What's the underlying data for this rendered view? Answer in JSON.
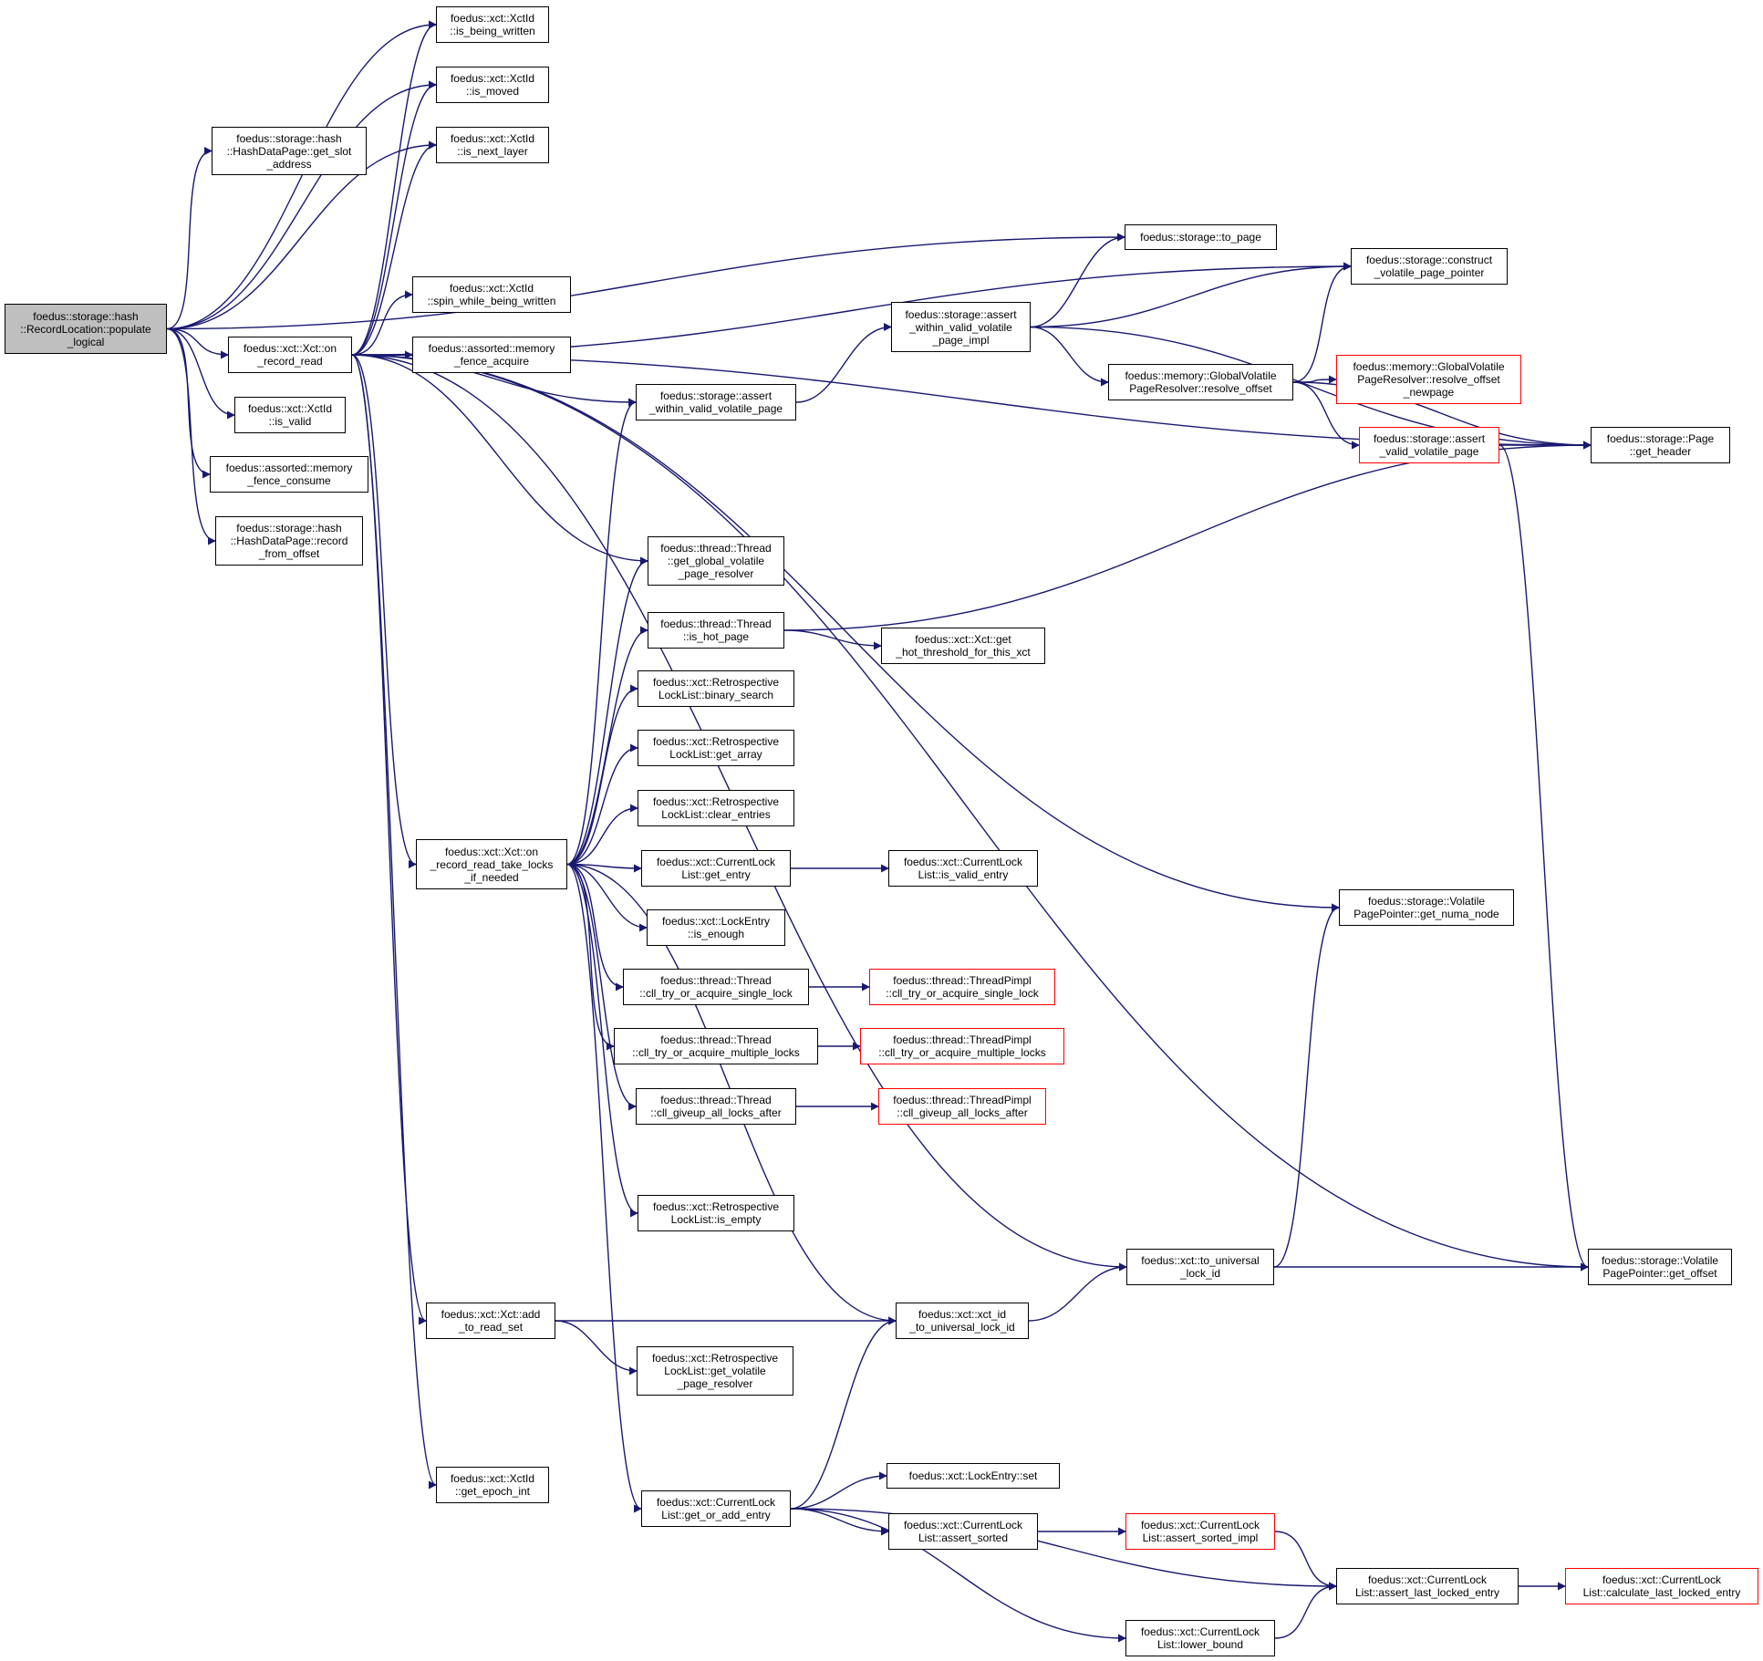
{
  "graph": {
    "nodes": [
      {
        "id": "root",
        "lines": [
          "foedus::storage::hash",
          "::RecordLocation::populate",
          "_logical"
        ],
        "style": "root"
      },
      {
        "id": "get_slot_address",
        "lines": [
          "foedus::storage::hash",
          "::HashDataPage::get_slot",
          "_address"
        ],
        "style": "normal"
      },
      {
        "id": "is_being_written",
        "lines": [
          "foedus::xct::XctId",
          "::is_being_written"
        ],
        "style": "normal"
      },
      {
        "id": "is_moved",
        "lines": [
          "foedus::xct::XctId",
          "::is_moved"
        ],
        "style": "normal"
      },
      {
        "id": "is_next_layer",
        "lines": [
          "foedus::xct::XctId",
          "::is_next_layer"
        ],
        "style": "normal"
      },
      {
        "id": "on_record_read",
        "lines": [
          "foedus::xct::Xct::on",
          "_record_read"
        ],
        "style": "normal"
      },
      {
        "id": "is_valid",
        "lines": [
          "foedus::xct::XctId",
          "::is_valid"
        ],
        "style": "normal"
      },
      {
        "id": "memory_fence_consume",
        "lines": [
          "foedus::assorted::memory",
          "_fence_consume"
        ],
        "style": "normal"
      },
      {
        "id": "record_from_offset",
        "lines": [
          "foedus::storage::hash",
          "::HashDataPage::record",
          "_from_offset"
        ],
        "style": "normal"
      },
      {
        "id": "spin_while_being_written",
        "lines": [
          "foedus::xct::XctId",
          "::spin_while_being_written"
        ],
        "style": "normal"
      },
      {
        "id": "memory_fence_acquire",
        "lines": [
          "foedus::assorted::memory",
          "_fence_acquire"
        ],
        "style": "normal"
      },
      {
        "id": "assert_within_valid_volatile_page",
        "lines": [
          "foedus::storage::assert",
          "_within_valid_volatile_page"
        ],
        "style": "normal"
      },
      {
        "id": "assert_within_valid_volatile_page_impl",
        "lines": [
          "foedus::storage::assert",
          "_within_valid_volatile",
          "_page_impl"
        ],
        "style": "normal"
      },
      {
        "id": "to_page",
        "lines": [
          "foedus::storage::to_page"
        ],
        "style": "normal"
      },
      {
        "id": "construct_volatile_page_pointer",
        "lines": [
          "foedus::storage::construct",
          "_volatile_page_pointer"
        ],
        "style": "normal"
      },
      {
        "id": "resolve_offset",
        "lines": [
          "foedus::memory::GlobalVolatile",
          "PageResolver::resolve_offset"
        ],
        "style": "normal"
      },
      {
        "id": "resolve_offset_newpage",
        "lines": [
          "foedus::memory::GlobalVolatile",
          "PageResolver::resolve_offset",
          "_newpage"
        ],
        "style": "red"
      },
      {
        "id": "assert_valid_volatile_page",
        "lines": [
          "foedus::storage::assert",
          "_valid_volatile_page"
        ],
        "style": "red"
      },
      {
        "id": "get_header",
        "lines": [
          "foedus::storage::Page",
          "::get_header"
        ],
        "style": "normal"
      },
      {
        "id": "get_global_volatile_page_resolver",
        "lines": [
          "foedus::thread::Thread",
          "::get_global_volatile",
          "_page_resolver"
        ],
        "style": "normal"
      },
      {
        "id": "is_hot_page",
        "lines": [
          "foedus::thread::Thread",
          "::is_hot_page"
        ],
        "style": "normal"
      },
      {
        "id": "get_hot_threshold_for_this_xct",
        "lines": [
          "foedus::xct::Xct::get",
          "_hot_threshold_for_this_xct"
        ],
        "style": "normal"
      },
      {
        "id": "binary_search",
        "lines": [
          "foedus::xct::Retrospective",
          "LockList::binary_search"
        ],
        "style": "normal"
      },
      {
        "id": "get_array",
        "lines": [
          "foedus::xct::Retrospective",
          "LockList::get_array"
        ],
        "style": "normal"
      },
      {
        "id": "clear_entries",
        "lines": [
          "foedus::xct::Retrospective",
          "LockList::clear_entries"
        ],
        "style": "normal"
      },
      {
        "id": "on_record_read_take_locks_if_needed",
        "lines": [
          "foedus::xct::Xct::on",
          "_record_read_take_locks",
          "_if_needed"
        ],
        "style": "normal"
      },
      {
        "id": "get_entry",
        "lines": [
          "foedus::xct::CurrentLock",
          "List::get_entry"
        ],
        "style": "normal"
      },
      {
        "id": "is_valid_entry",
        "lines": [
          "foedus::xct::CurrentLock",
          "List::is_valid_entry"
        ],
        "style": "normal"
      },
      {
        "id": "get_numa_node",
        "lines": [
          "foedus::storage::Volatile",
          "PagePointer::get_numa_node"
        ],
        "style": "normal"
      },
      {
        "id": "is_enough",
        "lines": [
          "foedus::xct::LockEntry",
          "::is_enough"
        ],
        "style": "normal"
      },
      {
        "id": "cll_try_or_acquire_single_lock",
        "lines": [
          "foedus::thread::Thread",
          "::cll_try_or_acquire_single_lock"
        ],
        "style": "normal"
      },
      {
        "id": "pimpl_single_lock",
        "lines": [
          "foedus::thread::ThreadPimpl",
          "::cll_try_or_acquire_single_lock"
        ],
        "style": "red"
      },
      {
        "id": "cll_try_or_acquire_multiple_locks",
        "lines": [
          "foedus::thread::Thread",
          "::cll_try_or_acquire_multiple_locks"
        ],
        "style": "normal"
      },
      {
        "id": "pimpl_multiple_locks",
        "lines": [
          "foedus::thread::ThreadPimpl",
          "::cll_try_or_acquire_multiple_locks"
        ],
        "style": "red"
      },
      {
        "id": "cll_giveup_all_locks_after",
        "lines": [
          "foedus::thread::Thread",
          "::cll_giveup_all_locks_after"
        ],
        "style": "normal"
      },
      {
        "id": "pimpl_giveup",
        "lines": [
          "foedus::thread::ThreadPimpl",
          "::cll_giveup_all_locks_after"
        ],
        "style": "red"
      },
      {
        "id": "is_empty",
        "lines": [
          "foedus::xct::Retrospective",
          "LockList::is_empty"
        ],
        "style": "normal"
      },
      {
        "id": "to_universal_lock_id",
        "lines": [
          "foedus::xct::to_universal",
          "_lock_id"
        ],
        "style": "normal"
      },
      {
        "id": "get_offset",
        "lines": [
          "foedus::storage::Volatile",
          "PagePointer::get_offset"
        ],
        "style": "normal"
      },
      {
        "id": "add_to_read_set",
        "lines": [
          "foedus::xct::Xct::add",
          "_to_read_set"
        ],
        "style": "normal"
      },
      {
        "id": "xct_id_to_universal_lock_id",
        "lines": [
          "foedus::xct::xct_id",
          "_to_universal_lock_id"
        ],
        "style": "normal"
      },
      {
        "id": "get_volatile_page_resolver",
        "lines": [
          "foedus::xct::Retrospective",
          "LockList::get_volatile",
          "_page_resolver"
        ],
        "style": "normal"
      },
      {
        "id": "get_epoch_int",
        "lines": [
          "foedus::xct::XctId",
          "::get_epoch_int"
        ],
        "style": "normal"
      },
      {
        "id": "get_or_add_entry",
        "lines": [
          "foedus::xct::CurrentLock",
          "List::get_or_add_entry"
        ],
        "style": "normal"
      },
      {
        "id": "lockentry_set",
        "lines": [
          "foedus::xct::LockEntry::set"
        ],
        "style": "normal"
      },
      {
        "id": "assert_sorted",
        "lines": [
          "foedus::xct::CurrentLock",
          "List::assert_sorted"
        ],
        "style": "normal"
      },
      {
        "id": "assert_sorted_impl",
        "lines": [
          "foedus::xct::CurrentLock",
          "List::assert_sorted_impl"
        ],
        "style": "red"
      },
      {
        "id": "assert_last_locked_entry",
        "lines": [
          "foedus::xct::CurrentLock",
          "List::assert_last_locked_entry"
        ],
        "style": "normal"
      },
      {
        "id": "calculate_last_locked_entry",
        "lines": [
          "foedus::xct::CurrentLock",
          "List::calculate_last_locked_entry"
        ],
        "style": "red"
      },
      {
        "id": "lower_bound",
        "lines": [
          "foedus::xct::CurrentLock",
          "List::lower_bound"
        ],
        "style": "normal"
      }
    ],
    "edges": [
      [
        "root",
        "get_slot_address"
      ],
      [
        "root",
        "is_being_written"
      ],
      [
        "root",
        "is_moved"
      ],
      [
        "root",
        "is_next_layer"
      ],
      [
        "root",
        "on_record_read"
      ],
      [
        "root",
        "is_valid"
      ],
      [
        "root",
        "memory_fence_consume"
      ],
      [
        "root",
        "record_from_offset"
      ],
      [
        "root",
        "to_page"
      ],
      [
        "on_record_read",
        "is_being_written"
      ],
      [
        "on_record_read",
        "is_moved"
      ],
      [
        "on_record_read",
        "is_next_layer"
      ],
      [
        "on_record_read",
        "spin_while_being_written"
      ],
      [
        "on_record_read",
        "memory_fence_acquire"
      ],
      [
        "on_record_read",
        "assert_within_valid_volatile_page"
      ],
      [
        "on_record_read",
        "construct_volatile_page_pointer"
      ],
      [
        "on_record_read",
        "get_header"
      ],
      [
        "on_record_read",
        "get_global_volatile_page_resolver"
      ],
      [
        "on_record_read",
        "get_numa_node"
      ],
      [
        "on_record_read",
        "on_record_read_take_locks_if_needed"
      ],
      [
        "on_record_read",
        "to_universal_lock_id"
      ],
      [
        "on_record_read",
        "add_to_read_set"
      ],
      [
        "on_record_read",
        "get_offset"
      ],
      [
        "on_record_read",
        "get_epoch_int"
      ],
      [
        "assert_within_valid_volatile_page",
        "assert_within_valid_volatile_page_impl"
      ],
      [
        "assert_within_valid_volatile_page_impl",
        "to_page"
      ],
      [
        "assert_within_valid_volatile_page_impl",
        "construct_volatile_page_pointer"
      ],
      [
        "assert_within_valid_volatile_page_impl",
        "resolve_offset"
      ],
      [
        "assert_within_valid_volatile_page_impl",
        "get_header"
      ],
      [
        "resolve_offset",
        "construct_volatile_page_pointer"
      ],
      [
        "resolve_offset",
        "resolve_offset_newpage"
      ],
      [
        "resolve_offset",
        "assert_valid_volatile_page"
      ],
      [
        "resolve_offset",
        "get_header"
      ],
      [
        "assert_valid_volatile_page",
        "get_header"
      ],
      [
        "assert_valid_volatile_page",
        "get_offset"
      ],
      [
        "is_hot_page",
        "get_header"
      ],
      [
        "is_hot_page",
        "get_hot_threshold_for_this_xct"
      ],
      [
        "on_record_read_take_locks_if_needed",
        "assert_within_valid_volatile_page"
      ],
      [
        "on_record_read_take_locks_if_needed",
        "get_global_volatile_page_resolver"
      ],
      [
        "on_record_read_take_locks_if_needed",
        "is_hot_page"
      ],
      [
        "on_record_read_take_locks_if_needed",
        "binary_search"
      ],
      [
        "on_record_read_take_locks_if_needed",
        "get_array"
      ],
      [
        "on_record_read_take_locks_if_needed",
        "clear_entries"
      ],
      [
        "on_record_read_take_locks_if_needed",
        "get_entry"
      ],
      [
        "on_record_read_take_locks_if_needed",
        "is_enough"
      ],
      [
        "on_record_read_take_locks_if_needed",
        "cll_try_or_acquire_single_lock"
      ],
      [
        "on_record_read_take_locks_if_needed",
        "cll_try_or_acquire_multiple_locks"
      ],
      [
        "on_record_read_take_locks_if_needed",
        "cll_giveup_all_locks_after"
      ],
      [
        "on_record_read_take_locks_if_needed",
        "is_empty"
      ],
      [
        "on_record_read_take_locks_if_needed",
        "xct_id_to_universal_lock_id"
      ],
      [
        "on_record_read_take_locks_if_needed",
        "get_or_add_entry"
      ],
      [
        "get_entry",
        "is_valid_entry"
      ],
      [
        "cll_try_or_acquire_single_lock",
        "pimpl_single_lock"
      ],
      [
        "cll_try_or_acquire_multiple_locks",
        "pimpl_multiple_locks"
      ],
      [
        "cll_giveup_all_locks_after",
        "pimpl_giveup"
      ],
      [
        "to_universal_lock_id",
        "get_numa_node"
      ],
      [
        "to_universal_lock_id",
        "get_offset"
      ],
      [
        "add_to_read_set",
        "xct_id_to_universal_lock_id"
      ],
      [
        "add_to_read_set",
        "get_volatile_page_resolver"
      ],
      [
        "xct_id_to_universal_lock_id",
        "to_universal_lock_id"
      ],
      [
        "get_or_add_entry",
        "xct_id_to_universal_lock_id"
      ],
      [
        "get_or_add_entry",
        "lockentry_set"
      ],
      [
        "get_or_add_entry",
        "assert_sorted"
      ],
      [
        "get_or_add_entry",
        "assert_last_locked_entry"
      ],
      [
        "get_or_add_entry",
        "lower_bound"
      ],
      [
        "assert_sorted",
        "assert_sorted_impl"
      ],
      [
        "assert_sorted_impl",
        "assert_last_locked_entry"
      ],
      [
        "assert_last_locked_entry",
        "calculate_last_locked_entry"
      ],
      [
        "lower_bound",
        "assert_last_locked_entry"
      ]
    ],
    "colors": {
      "edge": "#191970",
      "border": "#000000",
      "red_border": "#ff0000",
      "root_fill": "#bfbfbf"
    }
  }
}
